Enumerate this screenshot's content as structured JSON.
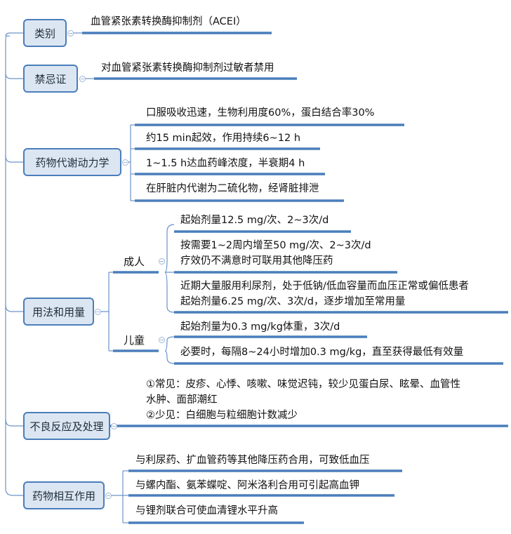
{
  "colors": {
    "node_fill": "#dce6f2",
    "node_border": "#4a7ebb",
    "line": "#4a7ebb",
    "thin_line": "#6b93c9"
  },
  "branches": [
    {
      "label": "类别",
      "items": [
        "血管紧张素转换酶抑制剂（ACEI）"
      ]
    },
    {
      "label": "禁忌证",
      "items": [
        "对血管紧张素转换酶抑制剂过敏者禁用"
      ]
    },
    {
      "label": "药物代谢动力学",
      "items": [
        "口服吸收迅速，生物利用度60%，蛋白结合率30%",
        "约15 min起效，作用持续6~12 h",
        "1~1.5 h达血药峰浓度，半衰期4 h",
        "在肝脏内代谢为二硫化物，经肾脏排泄"
      ]
    },
    {
      "label": "用法和用量",
      "groups": [
        {
          "label": "成人",
          "items": [
            [
              "起始剂量12.5 mg/次、2~3次/d"
            ],
            [
              "按需要1~2周内增至50 mg/次、2~3次/d",
              "疗效仍不满意时可联用其他降压药"
            ],
            [
              "近期大量服用利尿剂，处于低钠/低血容量而血压正常或偏低患者",
              "起始剂量6.25 mg/次、3次/d，逐步增加至常用量"
            ]
          ]
        },
        {
          "label": "儿童",
          "items": [
            [
              "起始剂量为0.3 mg/kg体重，3次/d"
            ],
            [
              "必要时，每隔8~24小时增加0.3 mg/kg，直至获得最低有效量"
            ]
          ]
        }
      ]
    },
    {
      "label": "不良反应及处理",
      "items": [
        "①常见：皮疹、心悸、咳嗽、味觉迟钝，较少见蛋白尿、眩晕、血管性",
        "水肿、面部潮红",
        "②少见：白细胞与粒细胞计数减少"
      ]
    },
    {
      "label": "药物相互作用",
      "items": [
        "与利尿药、扩血管药等其他降压药合用，可致低血压",
        "与螺内酯、氨苯蝶啶、阿米洛利合用可引起高血钾",
        "与锂剂联合可使血清锂水平升高"
      ]
    }
  ]
}
